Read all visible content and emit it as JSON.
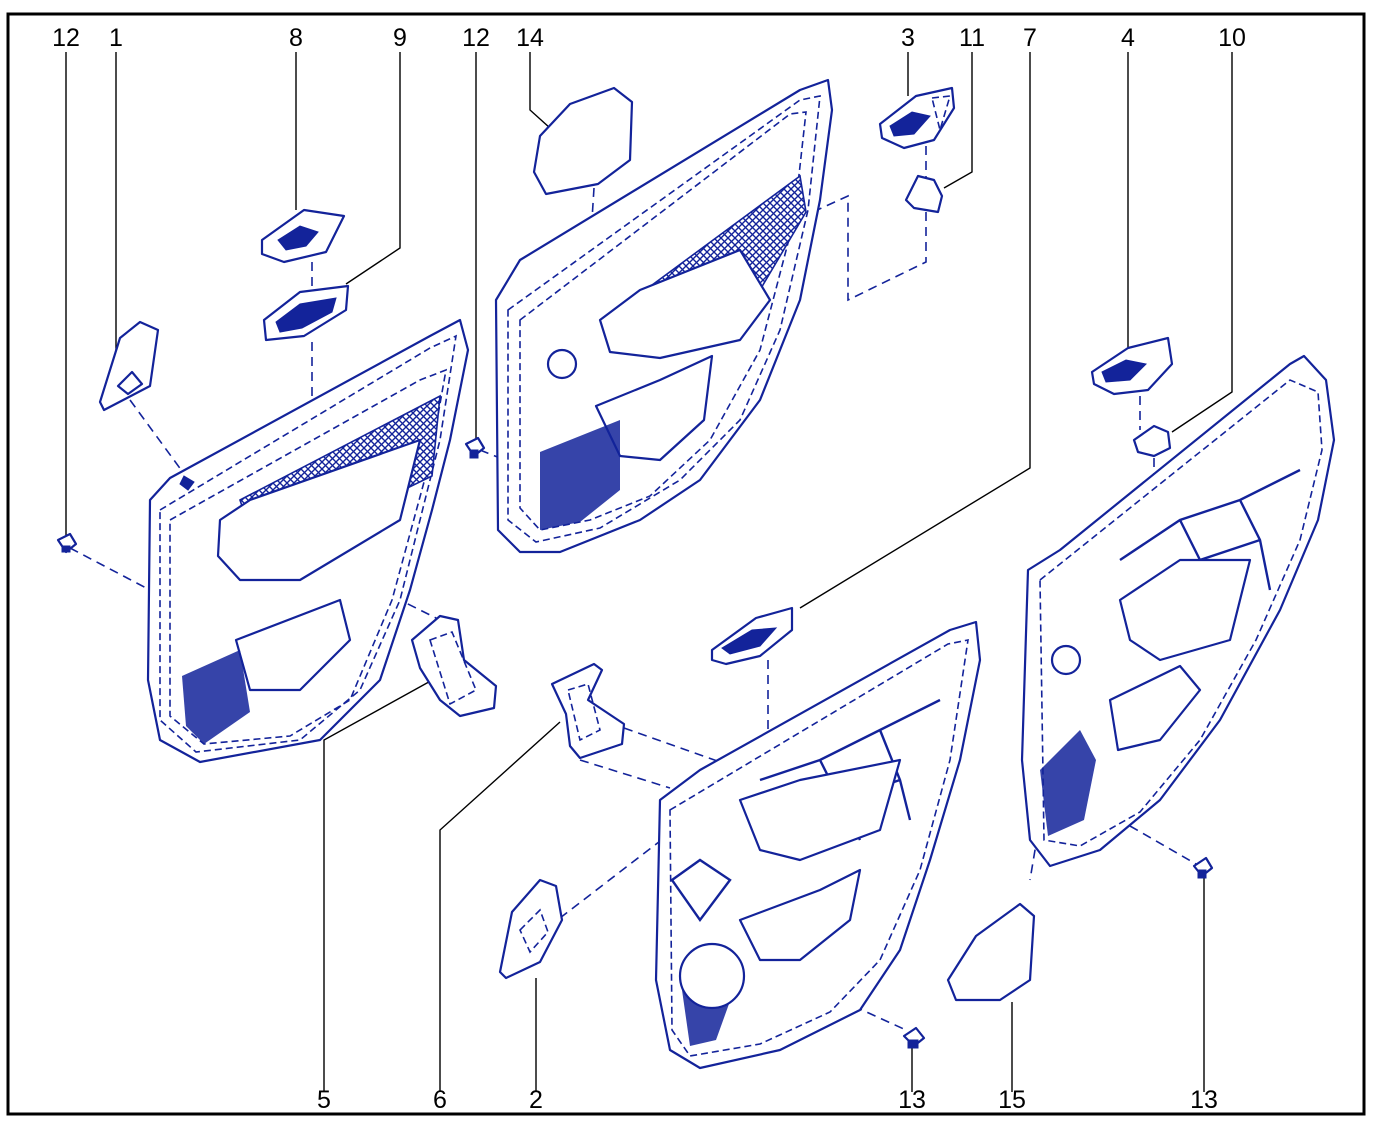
{
  "colors": {
    "part_stroke": "#13239a",
    "frame": "#000000",
    "background": "#ffffff"
  },
  "callouts": {
    "top": [
      "12",
      "1",
      "8",
      "9",
      "12",
      "14",
      "3",
      "11",
      "7",
      "4",
      "10"
    ],
    "bottom": [
      "5",
      "6",
      "2",
      "13",
      "15",
      "13"
    ]
  }
}
